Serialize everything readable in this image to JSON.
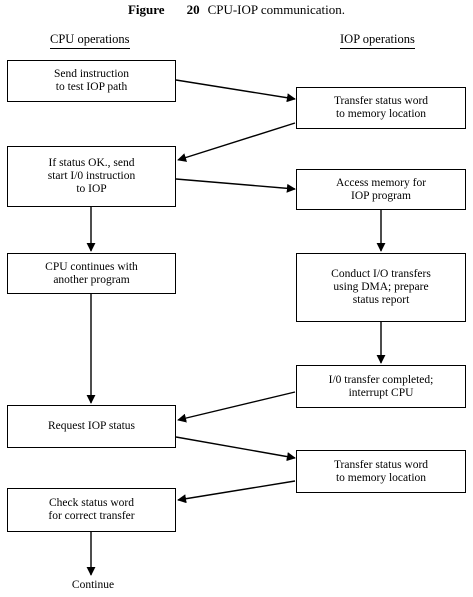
{
  "caption": {
    "label": "Figure",
    "number": "20",
    "title": "CPU-IOP communication."
  },
  "columns": {
    "cpu": "CPU operations",
    "iop": "IOP operations"
  },
  "cpu_steps": [
    "Send instruction\nto test IOP path",
    "If status OK., send\nstart I/0 instruction\nto IOP",
    "CPU continues with\nanother program",
    "Request IOP status",
    "Check status word\nfor correct transfer"
  ],
  "iop_steps": [
    "Transfer status word\nto memory location",
    "Access memory for\nIOP program",
    "Conduct I/O transfers\nusing DMA; prepare\nstatus report",
    "I/0 transfer completed;\ninterrupt CPU",
    "Transfer status word\nto memory location"
  ],
  "final": "Continue"
}
